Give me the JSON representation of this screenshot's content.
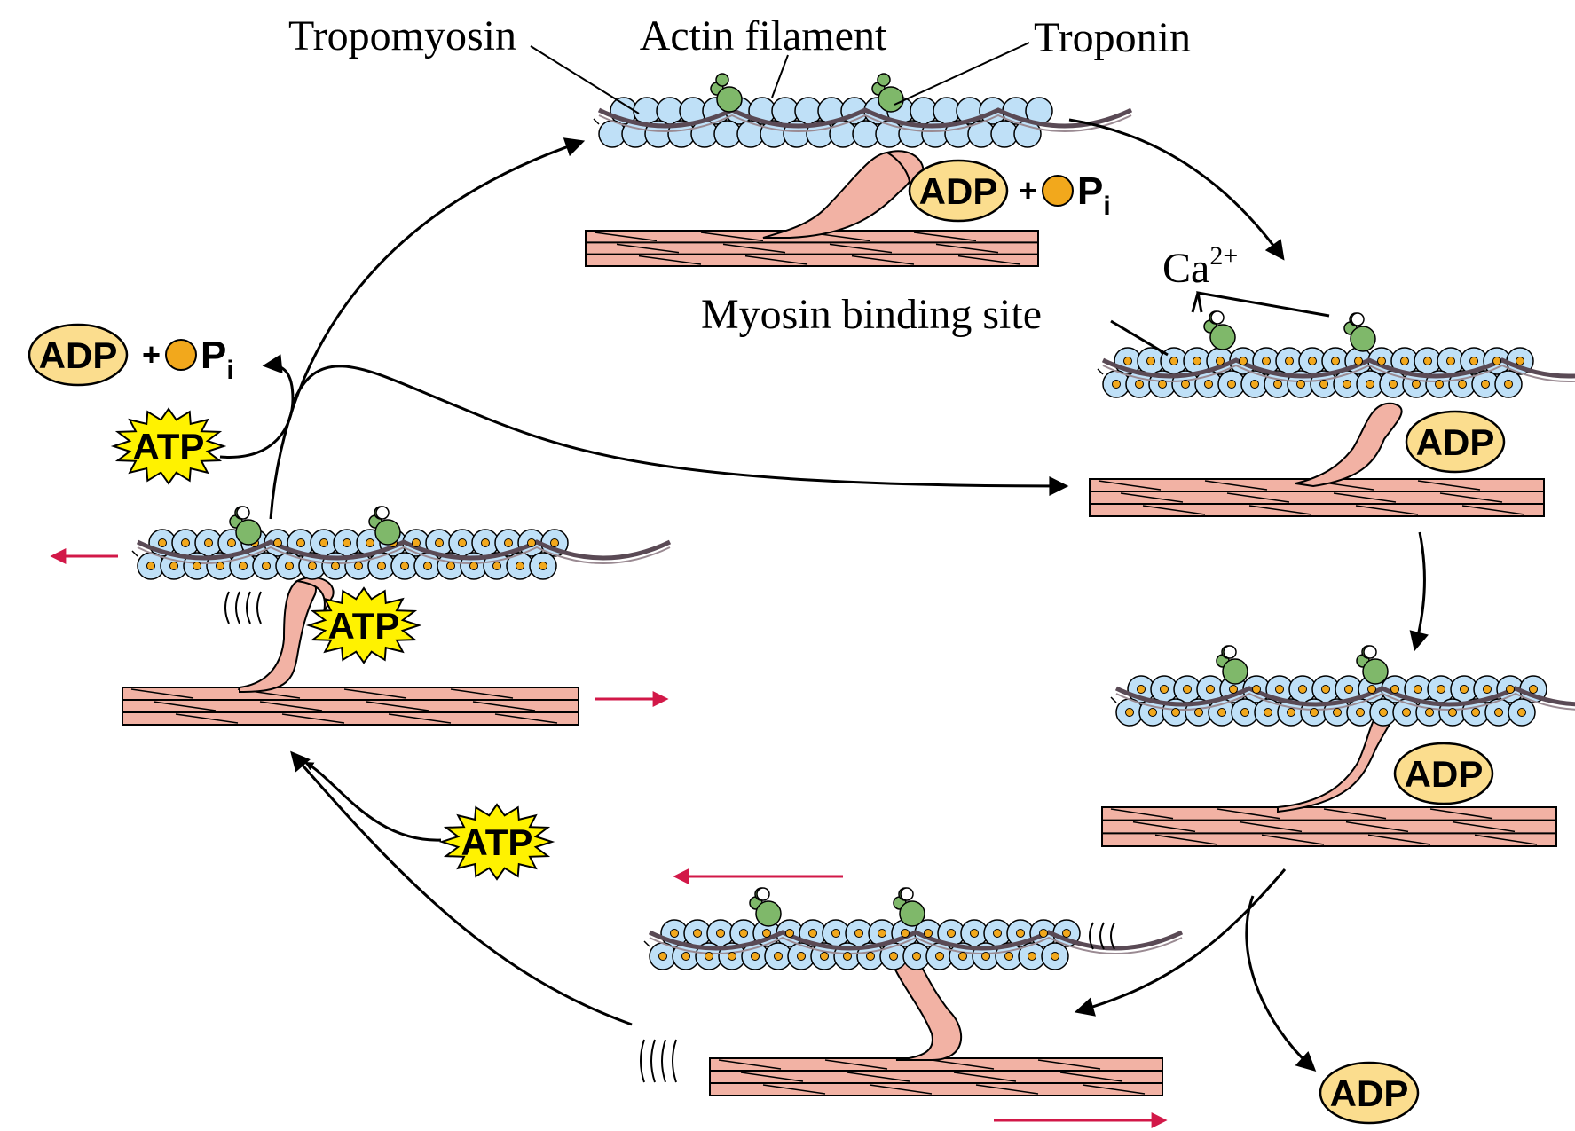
{
  "labels": {
    "tropomyosin": "Tropomyosin",
    "actin_filament": "Actin filament",
    "troponin": "Troponin",
    "calcium": "Ca",
    "calcium_charge": "2+",
    "myosin_binding_site": "Myosin binding site"
  },
  "molecules": {
    "adp": "ADP",
    "atp": "ATP",
    "phosphate": "P",
    "phosphate_subscript": "i",
    "plus": "+"
  },
  "colors": {
    "actin_fill": "#bfe0f7",
    "binding_site_fill": "#f2a81c",
    "troponin_fill": "#7fb86a",
    "myosin_fill": "#f2b2a4",
    "adp_fill": "#fbdd8e",
    "atp_fill": "#fff200",
    "motion_arrow": "#d21848",
    "cycle_arrow": "#000000"
  },
  "icons": {
    "atp_burst": "starburst-icon",
    "phosphate": "orange-circle-icon",
    "calcium_ion": "white-circle-icon"
  }
}
